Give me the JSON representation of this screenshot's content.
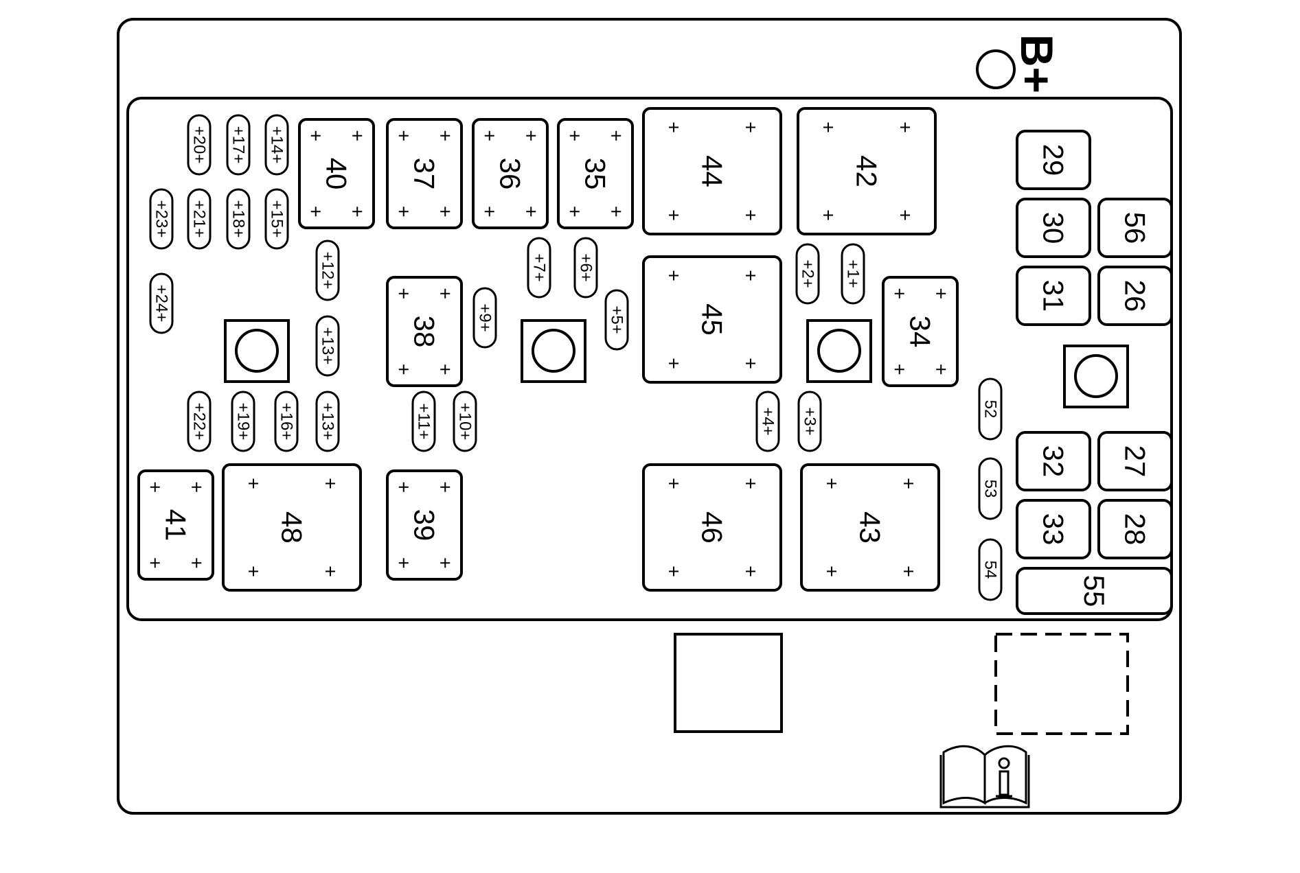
{
  "header": {
    "terminal_label": "B+"
  },
  "fuses": [
    {
      "label": "+20+"
    },
    {
      "label": "+17+"
    },
    {
      "label": "+14+"
    },
    {
      "label": "+23+"
    },
    {
      "label": "+21+"
    },
    {
      "label": "+18+"
    },
    {
      "label": "+15+"
    },
    {
      "label": "+12+"
    },
    {
      "label": "+24+"
    },
    {
      "label": "+13+"
    },
    {
      "label": "+22+"
    },
    {
      "label": "+19+"
    },
    {
      "label": "+16+"
    },
    {
      "label": "+13+"
    },
    {
      "label": "+11+"
    },
    {
      "label": "+10+"
    },
    {
      "label": "+9+"
    },
    {
      "label": "+7+"
    },
    {
      "label": "+6+"
    },
    {
      "label": "+5+"
    },
    {
      "label": "+2+"
    },
    {
      "label": "+1+"
    },
    {
      "label": "+4+"
    },
    {
      "label": "+3+"
    }
  ],
  "relays": [
    {
      "label": "40"
    },
    {
      "label": "37"
    },
    {
      "label": "36"
    },
    {
      "label": "35"
    },
    {
      "label": "44"
    },
    {
      "label": "42"
    },
    {
      "label": "38"
    },
    {
      "label": "45"
    },
    {
      "label": "34"
    },
    {
      "label": "41"
    },
    {
      "label": "48"
    },
    {
      "label": "39"
    },
    {
      "label": "46"
    },
    {
      "label": "43"
    }
  ],
  "side_fuses": [
    {
      "label": "29"
    },
    {
      "label": "30"
    },
    {
      "label": "56"
    },
    {
      "label": "31"
    },
    {
      "label": "26"
    },
    {
      "label": "32"
    },
    {
      "label": "27"
    },
    {
      "label": "33"
    },
    {
      "label": "28"
    },
    {
      "label": "55"
    }
  ],
  "small_fuses": [
    {
      "label": "52"
    },
    {
      "label": "53"
    },
    {
      "label": "54"
    }
  ]
}
